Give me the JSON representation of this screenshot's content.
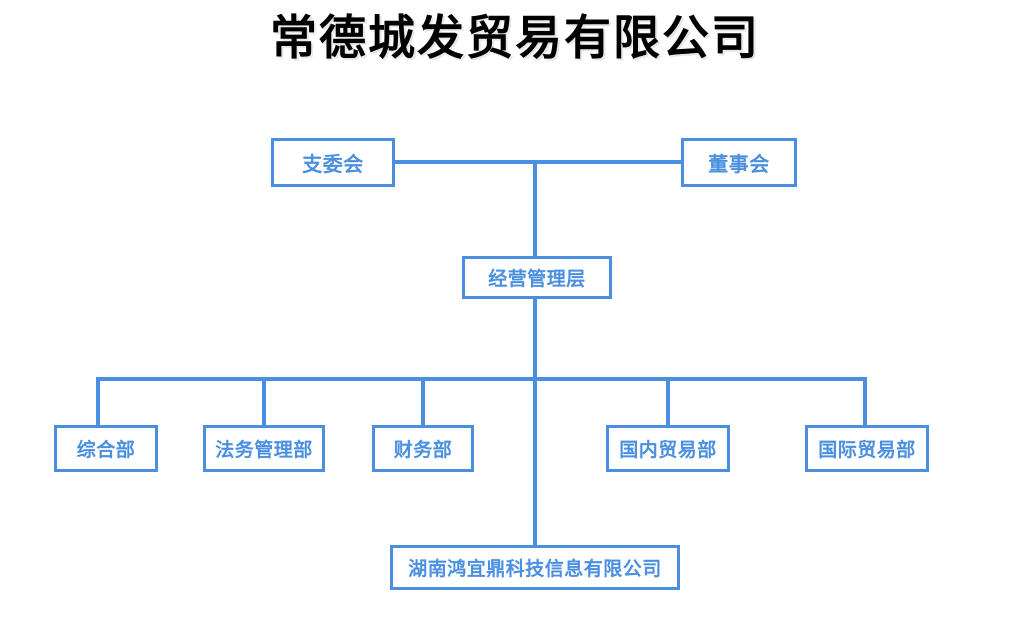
{
  "title": "常德城发贸易有限公司",
  "colors": {
    "node_border": "#4a8fe0",
    "node_text": "#4a8fe0",
    "connector": "#4a8fe0",
    "title_text": "#000000",
    "background": "#ffffff"
  },
  "nodes": {
    "committee": "支委会",
    "board": "董事会",
    "management": "经营管理层",
    "subsidiary": "湖南鸿宜鼎科技信息有限公司"
  },
  "departments": [
    {
      "label": "综合部"
    },
    {
      "label": "法务管理部"
    },
    {
      "label": "财务部"
    },
    {
      "label": "国内贸易部"
    },
    {
      "label": "国际贸易部"
    }
  ]
}
